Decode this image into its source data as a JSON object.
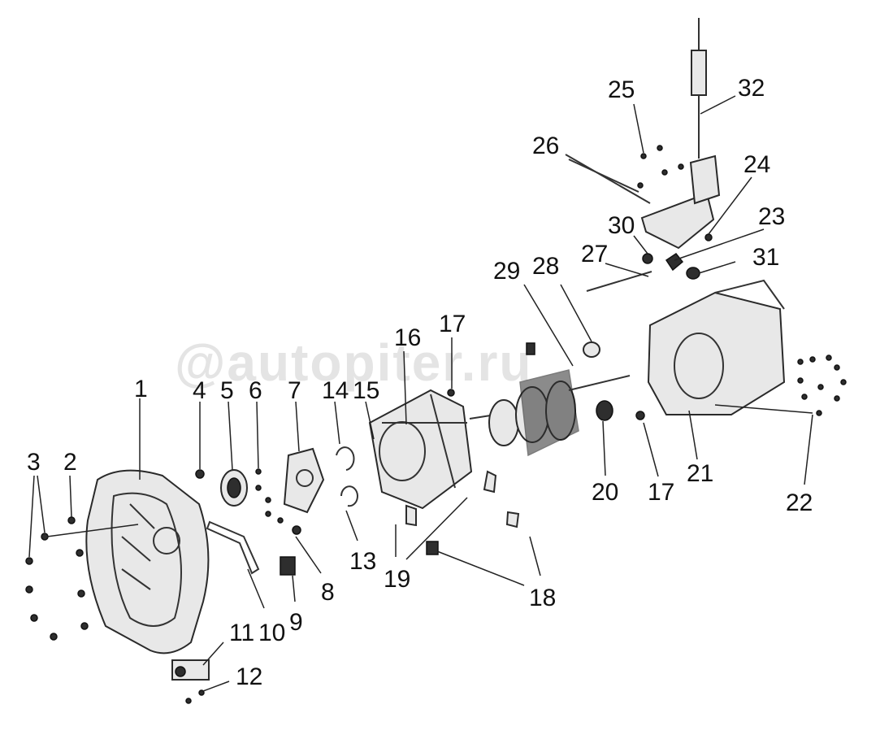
{
  "diagram": {
    "watermark": "@autopiter.ru",
    "callouts": [
      "1",
      "2",
      "3",
      "4",
      "5",
      "6",
      "7",
      "8",
      "9",
      "10",
      "11",
      "12",
      "13",
      "14",
      "15",
      "16",
      "17",
      "18",
      "19",
      "20",
      "21",
      "22",
      "23",
      "24",
      "25",
      "26",
      "27",
      "28",
      "29",
      "30",
      "31",
      "32"
    ]
  },
  "colors": {
    "line": "#222222",
    "watermark": "#e4e4e4",
    "background": "#ffffff"
  }
}
